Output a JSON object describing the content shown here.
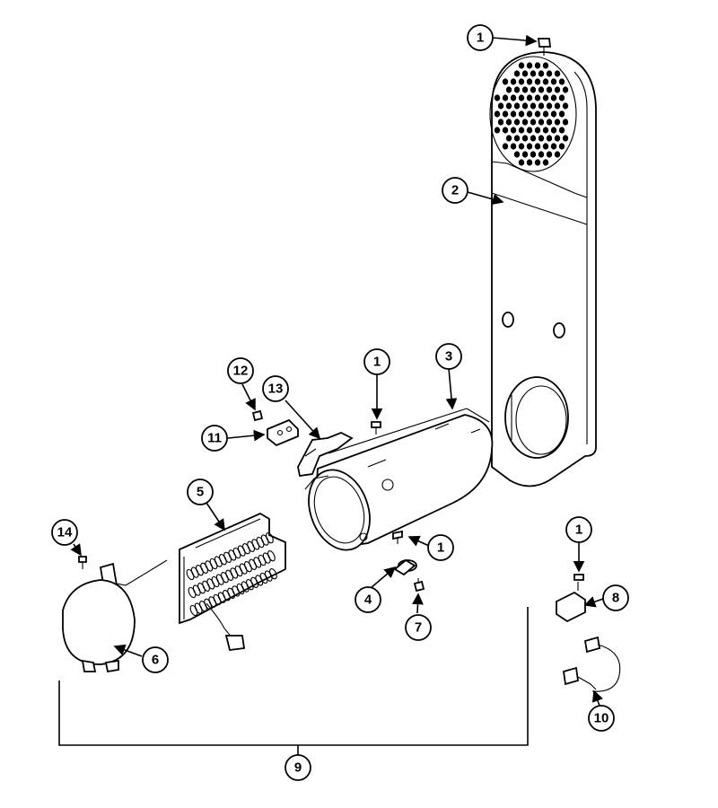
{
  "diagram": {
    "callouts": {
      "c1_top": "1",
      "c2": "2",
      "c3": "3",
      "c1_bolt": "1",
      "c1_lower": "1",
      "c1_right": "1",
      "c4": "4",
      "c5": "5",
      "c6": "6",
      "c7": "7",
      "c8": "8",
      "c9": "9",
      "c10": "10",
      "c11": "11",
      "c12": "12",
      "c13": "13",
      "c14": "14"
    }
  }
}
